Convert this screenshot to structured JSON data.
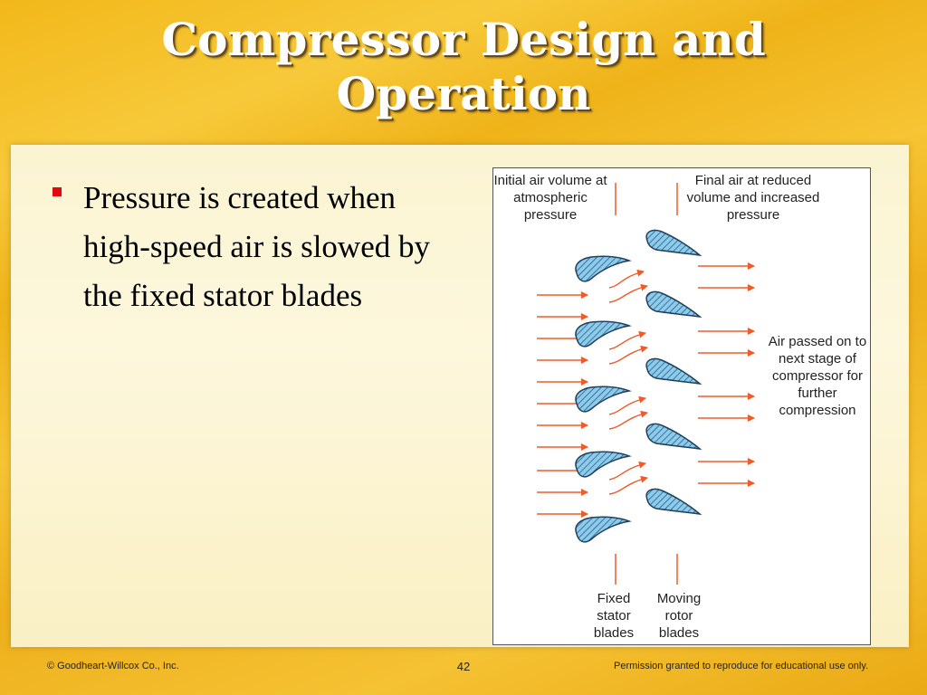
{
  "slide": {
    "title_line1": "Compressor Design and",
    "title_line2": "Operation",
    "bullet": "Pressure is created when high-speed air is slowed by the fixed stator blades"
  },
  "figure": {
    "label_initial": "Initial air volume at atmospheric pressure",
    "label_final": "Final air at reduced volume and increased pressure",
    "label_passed": "Air passed on to next stage of compressor for further compression",
    "label_stator": "Fixed stator blades",
    "label_rotor": "Moving rotor blades"
  },
  "footer": {
    "copyright": "© Goodheart-Willcox Co., Inc.",
    "page_number": "42",
    "permission": "Permission granted to reproduce for educational use only."
  },
  "colors": {
    "arrow": "#f05a28",
    "blade_fill": "#7fc3e8",
    "bullet": "#e30613"
  }
}
